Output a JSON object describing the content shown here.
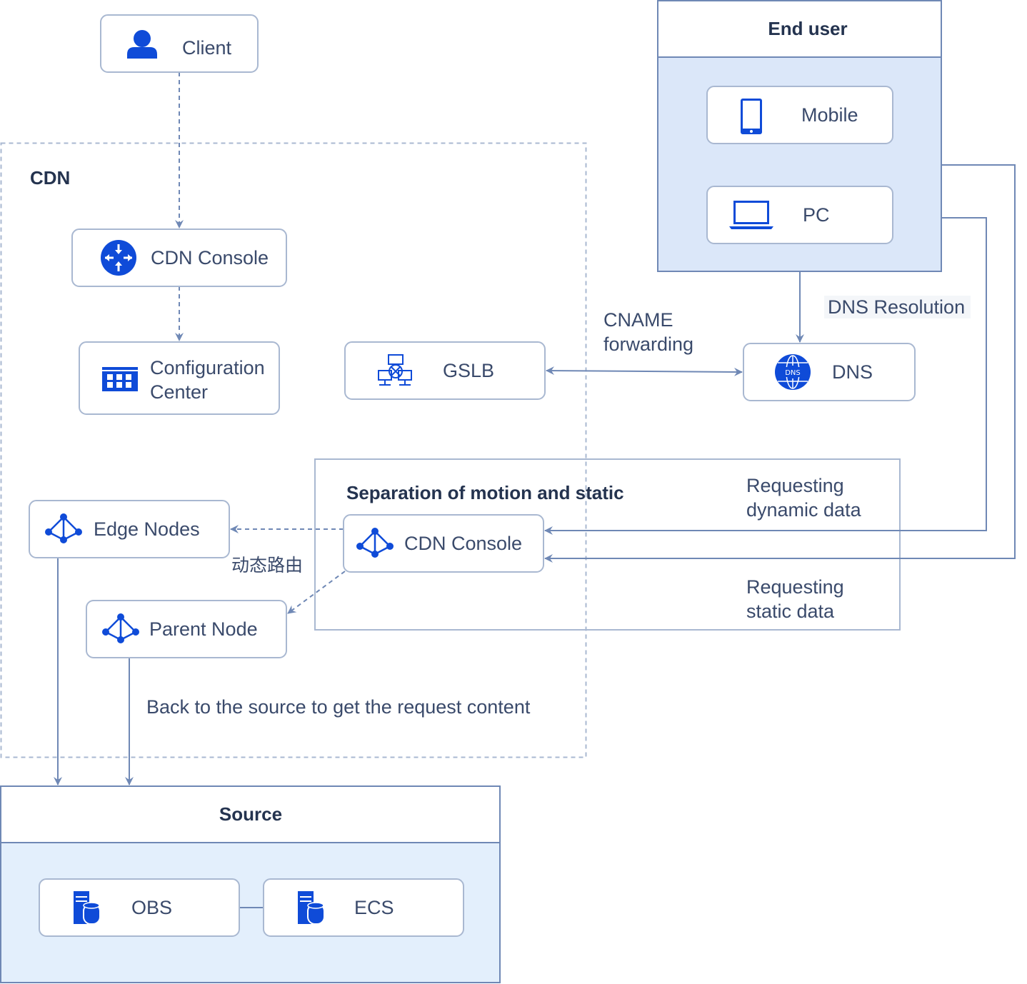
{
  "colors": {
    "node_border": "#a9b8d1",
    "line": "#6f88b5",
    "icon": "#0f4bd8",
    "pool_fill": "#dbe7f9",
    "source_fill": "#e3effc"
  },
  "pools": {
    "cdn": "CDN",
    "end_user": "End user",
    "separation": "Separation of motion and static",
    "source": "Source"
  },
  "nodes": {
    "client": {
      "label": "Client",
      "icon": "person-icon"
    },
    "cdn_console_top": {
      "label": "CDN Console",
      "icon": "router-icon"
    },
    "config_center": {
      "line1": "Configuration",
      "line2": "Center",
      "icon": "dashboard-icon"
    },
    "gslb": {
      "label": "GSLB",
      "icon": "load-balancer-icon"
    },
    "dns": {
      "label": "DNS",
      "icon": "dns-globe-icon"
    },
    "mobile": {
      "label": "Mobile",
      "icon": "smartphone-icon"
    },
    "pc": {
      "label": "PC",
      "icon": "laptop-icon"
    },
    "edge_nodes": {
      "label": "Edge Nodes",
      "icon": "network-node-icon"
    },
    "cdn_console_sep": {
      "label": "CDN Console",
      "icon": "network-node-icon"
    },
    "parent_node": {
      "label": "Parent Node",
      "icon": "network-node-icon"
    },
    "obs": {
      "label": "OBS",
      "icon": "storage-server-icon"
    },
    "ecs": {
      "label": "ECS",
      "icon": "storage-server-icon"
    }
  },
  "edges": {
    "cname": {
      "line1": "CNAME",
      "line2": "forwarding"
    },
    "dns_resolution": "DNS Resolution",
    "dynamic": {
      "line1": "Requesting",
      "line2": "dynamic data"
    },
    "static": {
      "line1": "Requesting",
      "line2": "static data"
    },
    "dynamic_routing": "动态路由",
    "back_to_source": "Back to the source to get the request content"
  }
}
